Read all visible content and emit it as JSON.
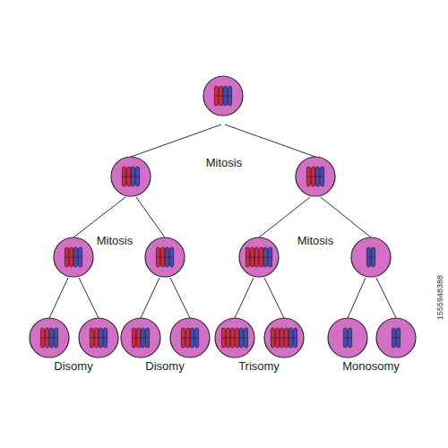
{
  "diagram": {
    "labels": [
      "Mitosis",
      "Mitosis",
      "Mitosis",
      "Disomy",
      "Disomy",
      "Trisomy",
      "Monosomy",
      "1555948388"
    ]
  }
}
